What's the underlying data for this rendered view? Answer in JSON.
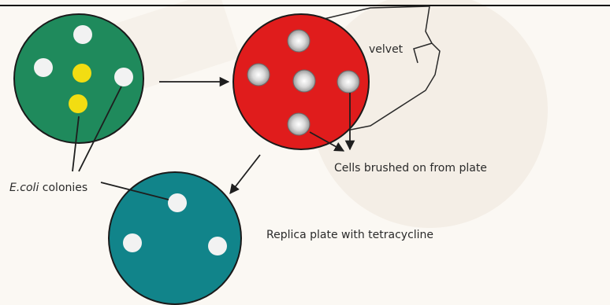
{
  "labels": {
    "velvet": "velvet",
    "cells_brushed": "Cells brushed on from plate",
    "ecoli_italic": "E.coli",
    "ecoli_rest": " colonies",
    "replica": "Replica plate with tetracycline"
  },
  "colors": {
    "master_plate": "#1f8a5c",
    "velvet_plate": "#e01c1c",
    "replica_plate": "#11848a",
    "colony_white": "#f2f2f2",
    "colony_yellow": "#f2dd12",
    "arrow": "#1e1e1e",
    "background": "#fbf8f3",
    "watermark": "#e9dfd2"
  },
  "plates": [
    {
      "name": "master-plate",
      "fill": "master_plate",
      "colonies": [
        "white",
        "white",
        "yellow",
        "white",
        "yellow"
      ]
    },
    {
      "name": "velvet-plate",
      "fill": "velvet_plate",
      "colonies": [
        "speckled",
        "speckled",
        "speckled",
        "speckled",
        "speckled"
      ]
    },
    {
      "name": "replica-plate",
      "fill": "replica_plate",
      "colonies": [
        "white",
        "white",
        "white"
      ]
    }
  ]
}
